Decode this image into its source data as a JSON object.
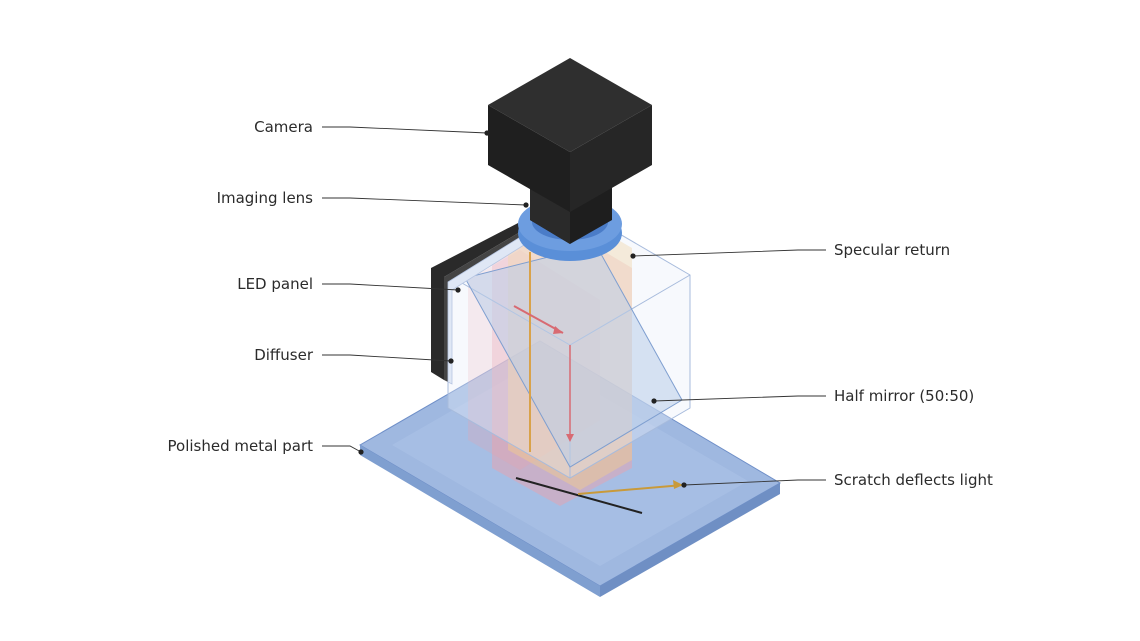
{
  "labels": {
    "camera": "Camera",
    "imaging_lens": "Imaging lens",
    "led_panel": "LED panel",
    "diffuser": "Diffuser",
    "polished_metal_part": "Polished metal part",
    "specular_return": "Specular return",
    "half_mirror": "Half mirror (50:50)",
    "scratch": "Scratch deflects light"
  },
  "colors": {
    "camera_body": "#222222",
    "lens_ring": "#5a8fd8",
    "metal_plate": "#9fb8e0",
    "led_beam": "#f0a0a8",
    "return_beam": "#f3cf8a",
    "mirror": "#b9cdea",
    "scratch_line": "#222222",
    "leader_line": "#333333"
  }
}
